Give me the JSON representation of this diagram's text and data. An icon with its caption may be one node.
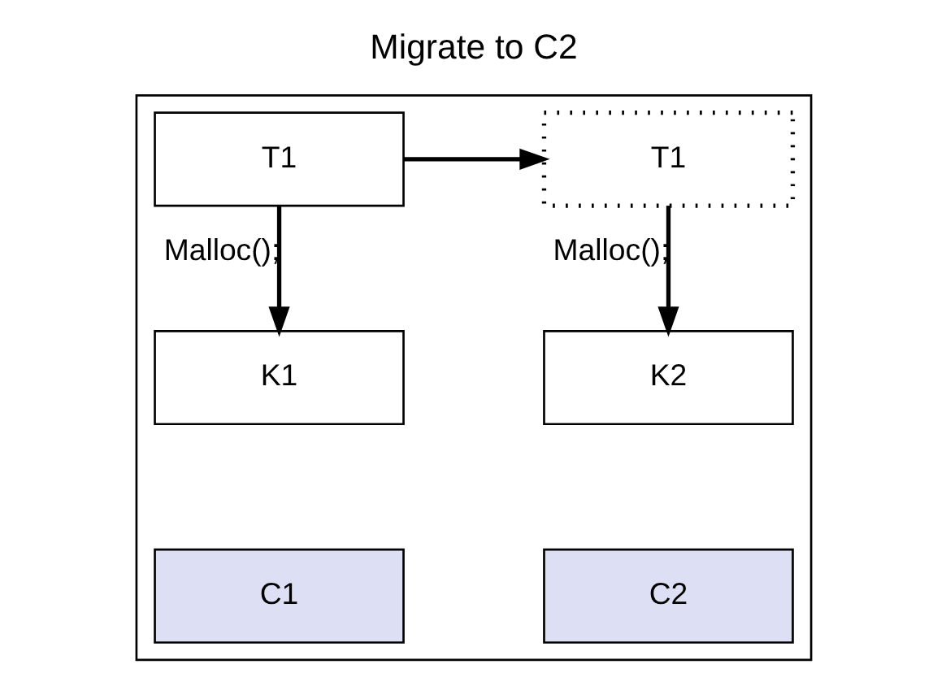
{
  "diagram": {
    "title": "Migrate to C2",
    "nodes": [
      {
        "text": [],
        "shape": "box"
      },
      {
        "text": [
          "T1"
        ],
        "in": 0
      },
      {
        "text": [
          "T1"
        ],
        "in": 0
      },
      {
        "text": [
          "K1"
        ],
        "in": 0
      },
      {
        "text": [
          "K2"
        ],
        "in": 0
      },
      {
        "text": [
          "C1"
        ],
        "in": 0
      },
      {
        "text": [
          "C2"
        ],
        "in": 0
      }
    ],
    "edges": [
      {
        "from": 1,
        "to": 2,
        "arrow": "to"
      },
      {
        "from": 1,
        "to": 3,
        "label": "Malloc();",
        "arrow": "to"
      },
      {
        "from": 2,
        "to": 4,
        "label": "Malloc();",
        "arrow": "to"
      }
    ]
  }
}
